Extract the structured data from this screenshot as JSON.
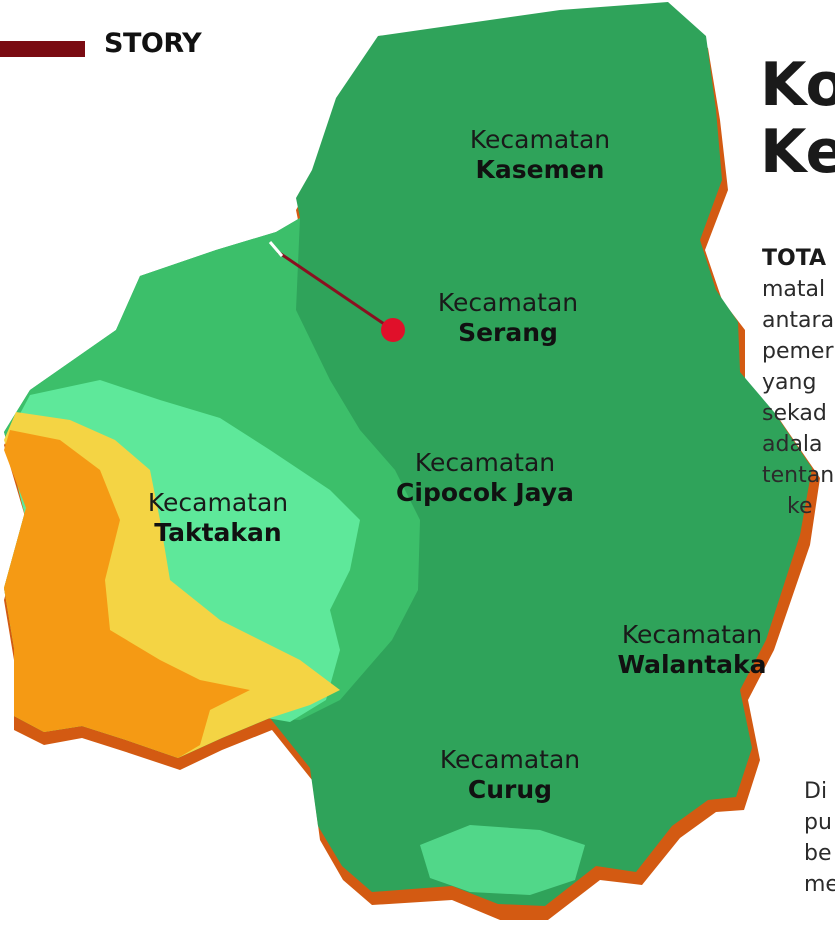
{
  "section": {
    "label": "STORY",
    "accent": "#7a0b12"
  },
  "headline": [
    "Ko",
    "Ke"
  ],
  "article": {
    "lead": "TOTA",
    "lines": [
      "matal",
      "antara",
      "pemer",
      "yang",
      "sekad",
      "adala",
      "tentan",
      "ke"
    ],
    "lines2": [
      "Di",
      "pu",
      "be",
      "me"
    ]
  },
  "map": {
    "colors": {
      "dark_green": "#2fa35a",
      "mid_green": "#3cbf6a",
      "light_green": "#5ee89a",
      "yellow": "#f4d444",
      "orange": "#f59a14",
      "edge": "#d35a12",
      "marker": "#e0102a"
    },
    "marker_icon": "location-dot-icon",
    "districts": [
      {
        "prefix": "Kecamatan",
        "name": "Kasemen"
      },
      {
        "prefix": "Kecamatan",
        "name": "Serang"
      },
      {
        "prefix": "Kecamatan",
        "name": "Cipocok Jaya"
      },
      {
        "prefix": "Kecamatan",
        "name": "Taktakan"
      },
      {
        "prefix": "Kecamatan",
        "name": "Walantaka"
      },
      {
        "prefix": "Kecamatan",
        "name": "Curug"
      }
    ]
  }
}
